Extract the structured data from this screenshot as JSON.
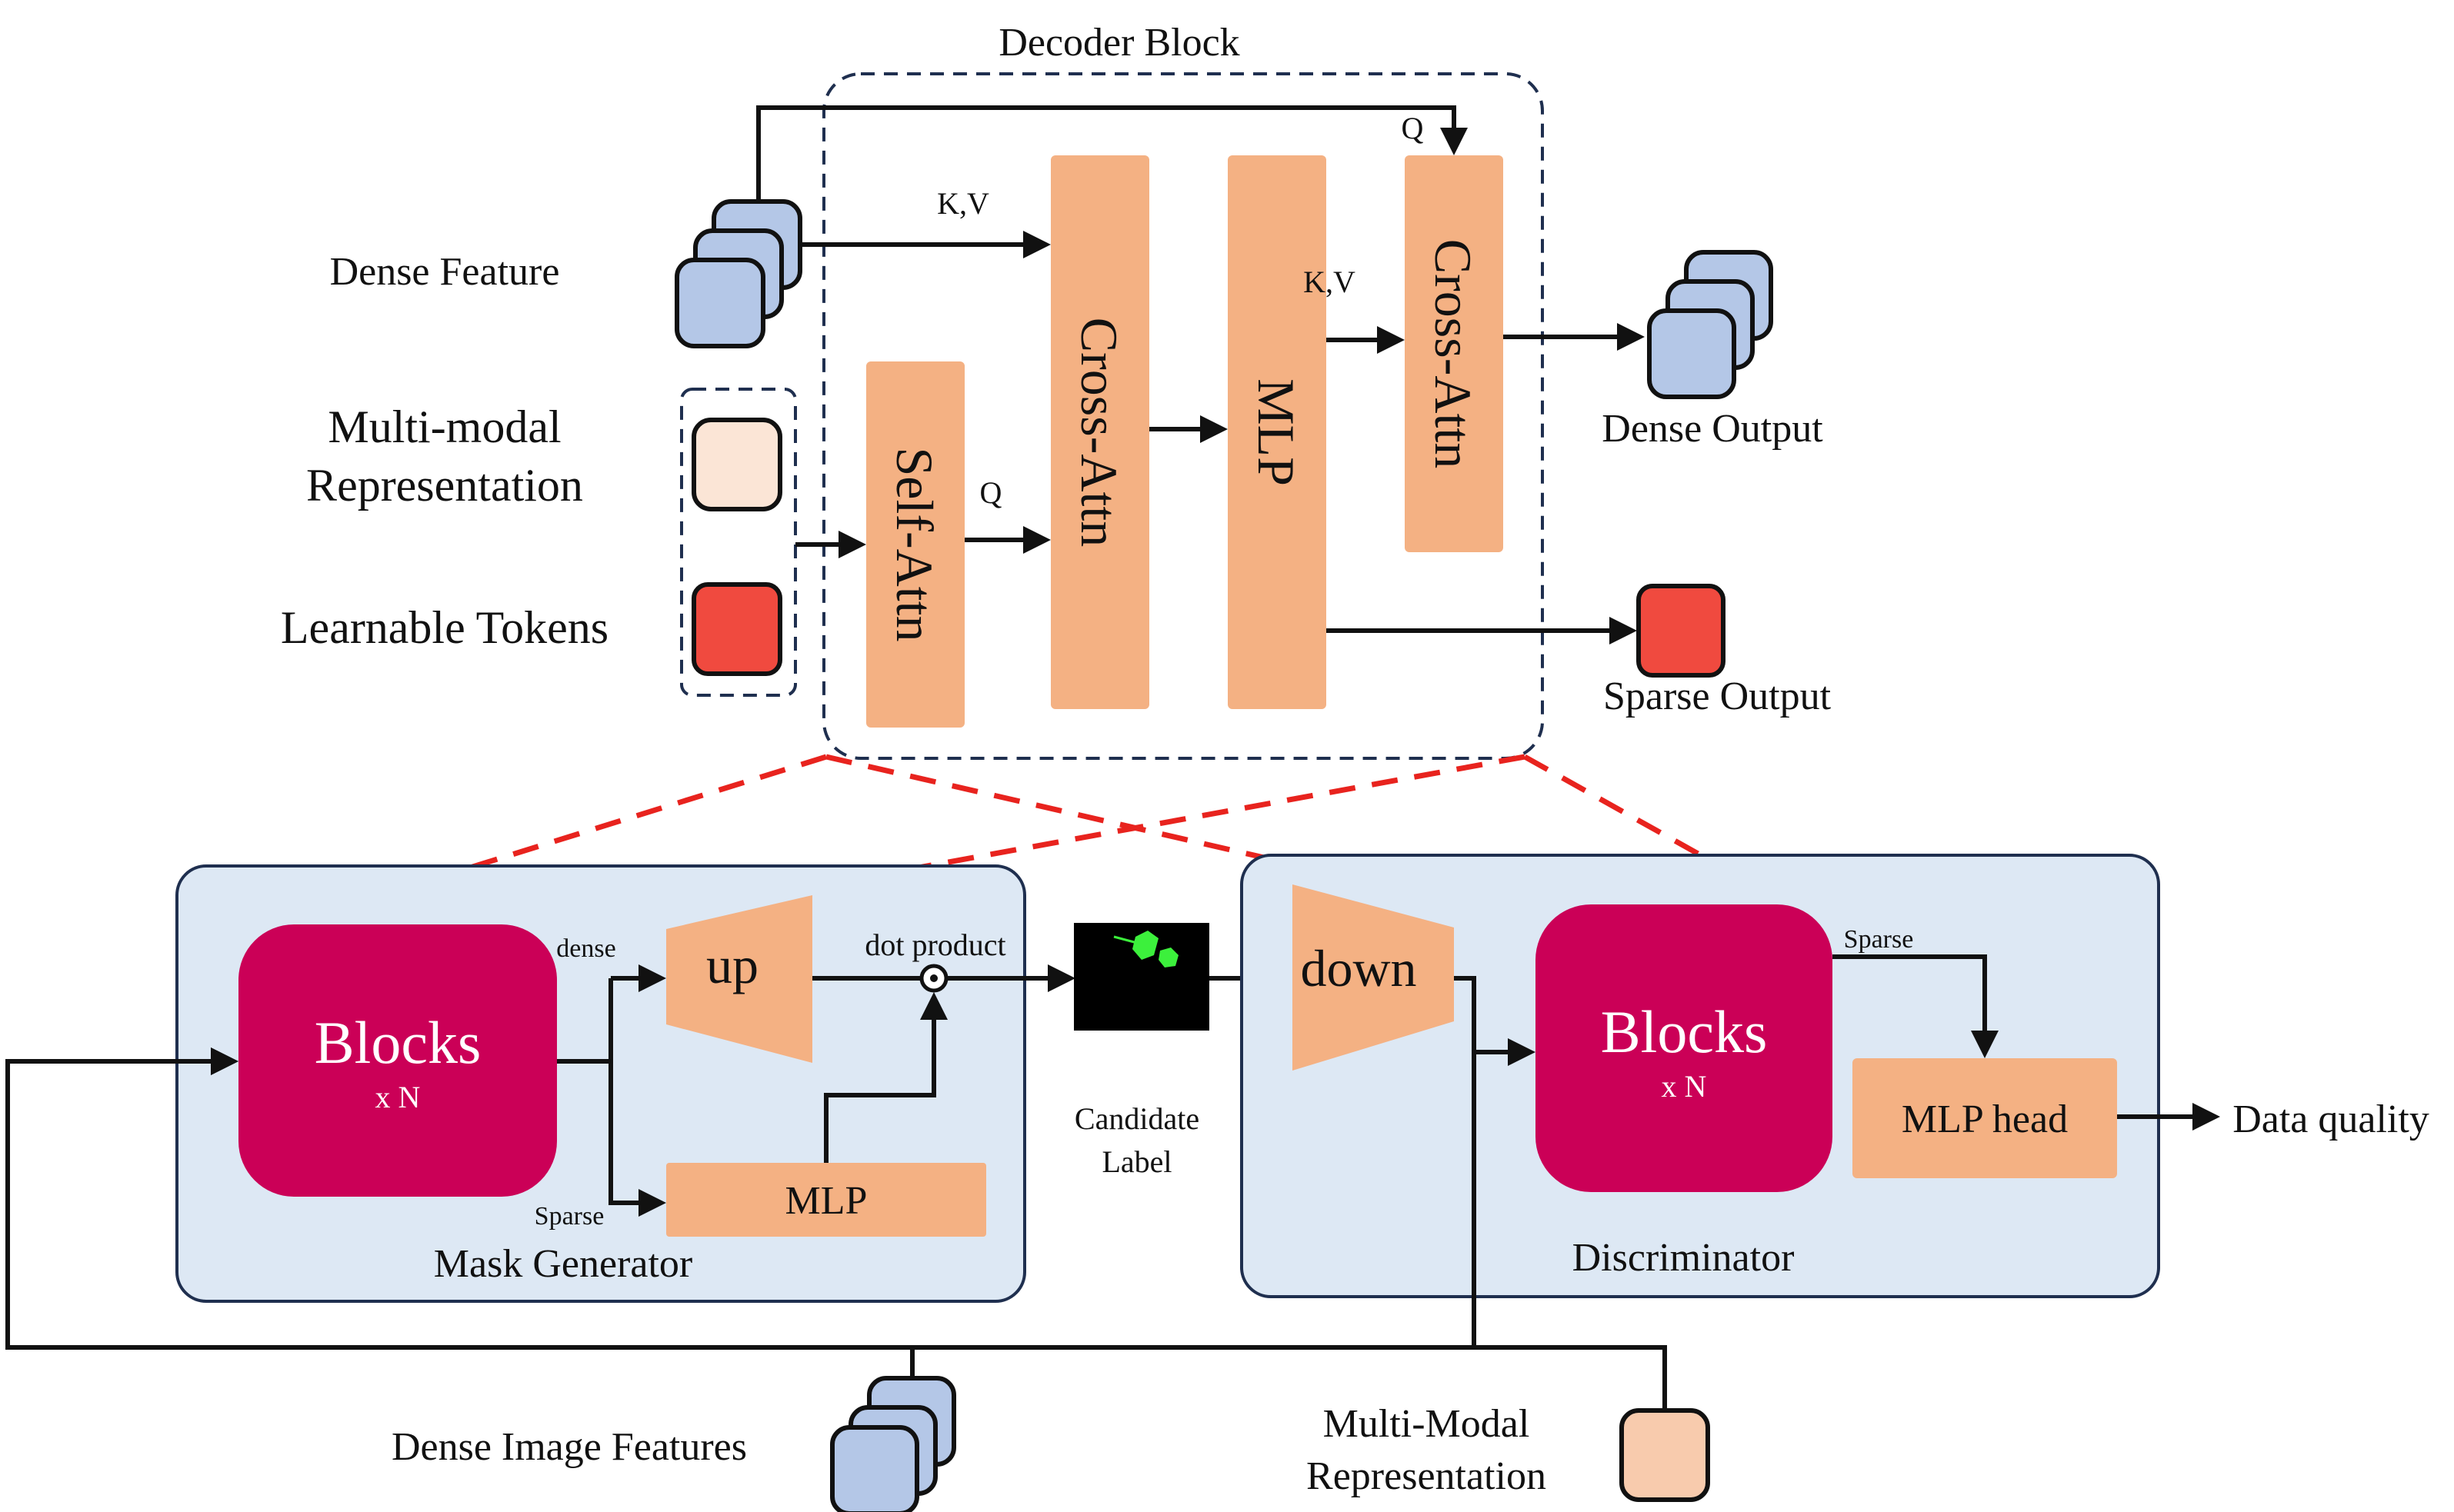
{
  "labels": {
    "decoder_block": "Decoder Block",
    "dense_feature": "Dense Feature",
    "multimodal_line1": "Multi-modal",
    "multimodal_line2": "Representation",
    "learnable_tokens": "Learnable Tokens",
    "kv_top": "K,V",
    "q_top": "Q",
    "q_mid": "Q",
    "kv_right": "K,V",
    "self_attn": "Self-Attn",
    "cross_attn_1": "Cross-Attn",
    "mlp_top": "MLP",
    "cross_attn_2": "Cross-Attn",
    "dense_output": "Dense Output",
    "sparse_output": "Sparse Output",
    "blocks": "Blocks",
    "xn": "x N",
    "dense_small": "dense",
    "sparse_small": "Sparse",
    "up": "up",
    "dot_product": "dot product",
    "mlp_bottom": "MLP",
    "mask_generator": "Mask Generator",
    "candidate_label_line1": "Candidate",
    "candidate_label_line2": "Label",
    "down": "down",
    "blocks_disc": "Blocks",
    "xn_disc": "x N",
    "sparse_disc": "Sparse",
    "mlp_head": "MLP head",
    "data_quality": "Data quality",
    "discriminator": "Discriminator",
    "dense_image_features": "Dense Image Features",
    "mm_rep_line1": "Multi-Modal",
    "mm_rep_line2": "Representation"
  },
  "colors": {
    "orange_block": "#f4b183",
    "magenta_block": "#cb0057",
    "blue_feature": "#b4c7e7",
    "panel_fill": "#dde8f4",
    "red_token": "#f04a3f",
    "light_token": "#fbe5d6",
    "red_dash": "#e8231e",
    "navy_border": "#1f2f4f"
  }
}
